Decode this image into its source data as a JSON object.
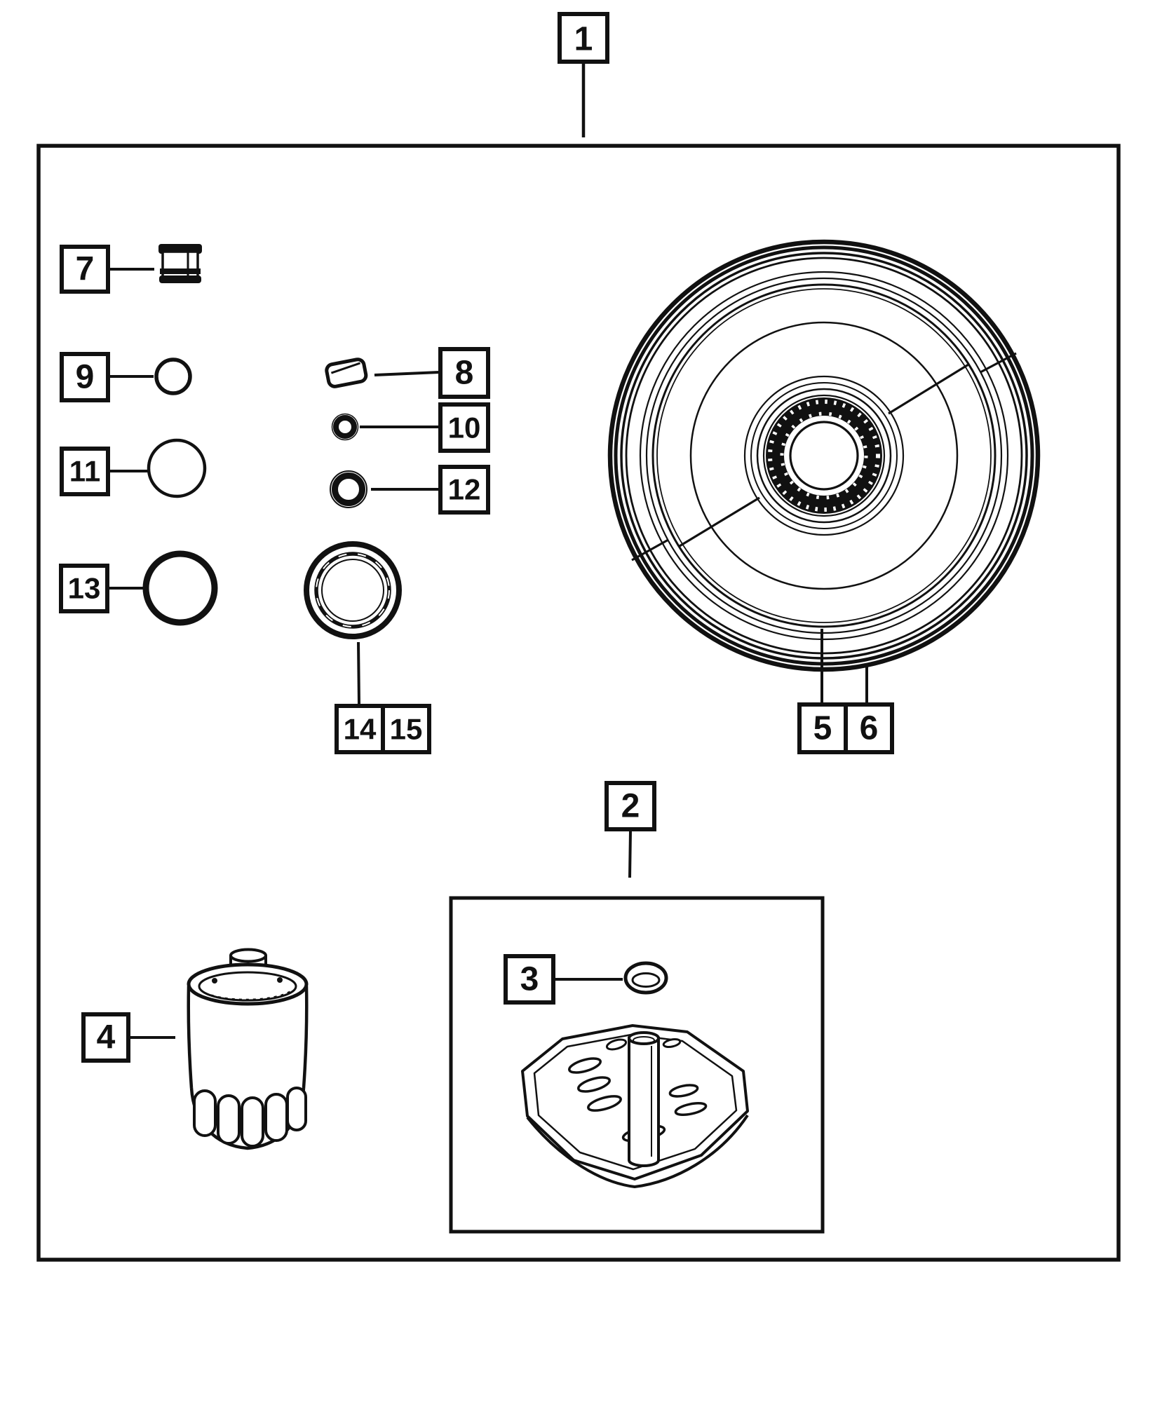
{
  "colors": {
    "line": "#111111",
    "background": "#ffffff"
  },
  "callouts": {
    "c1": {
      "label": "1"
    },
    "c2": {
      "label": "2"
    },
    "c3": {
      "label": "3"
    },
    "c4": {
      "label": "4"
    },
    "c5": {
      "label": "5"
    },
    "c6": {
      "label": "6"
    },
    "c7": {
      "label": "7"
    },
    "c8": {
      "label": "8"
    },
    "c9": {
      "label": "9"
    },
    "c10": {
      "label": "10"
    },
    "c11": {
      "label": "11"
    },
    "c12": {
      "label": "12"
    },
    "c13": {
      "label": "13"
    },
    "c14": {
      "label": "14"
    },
    "c15": {
      "label": "15"
    }
  }
}
